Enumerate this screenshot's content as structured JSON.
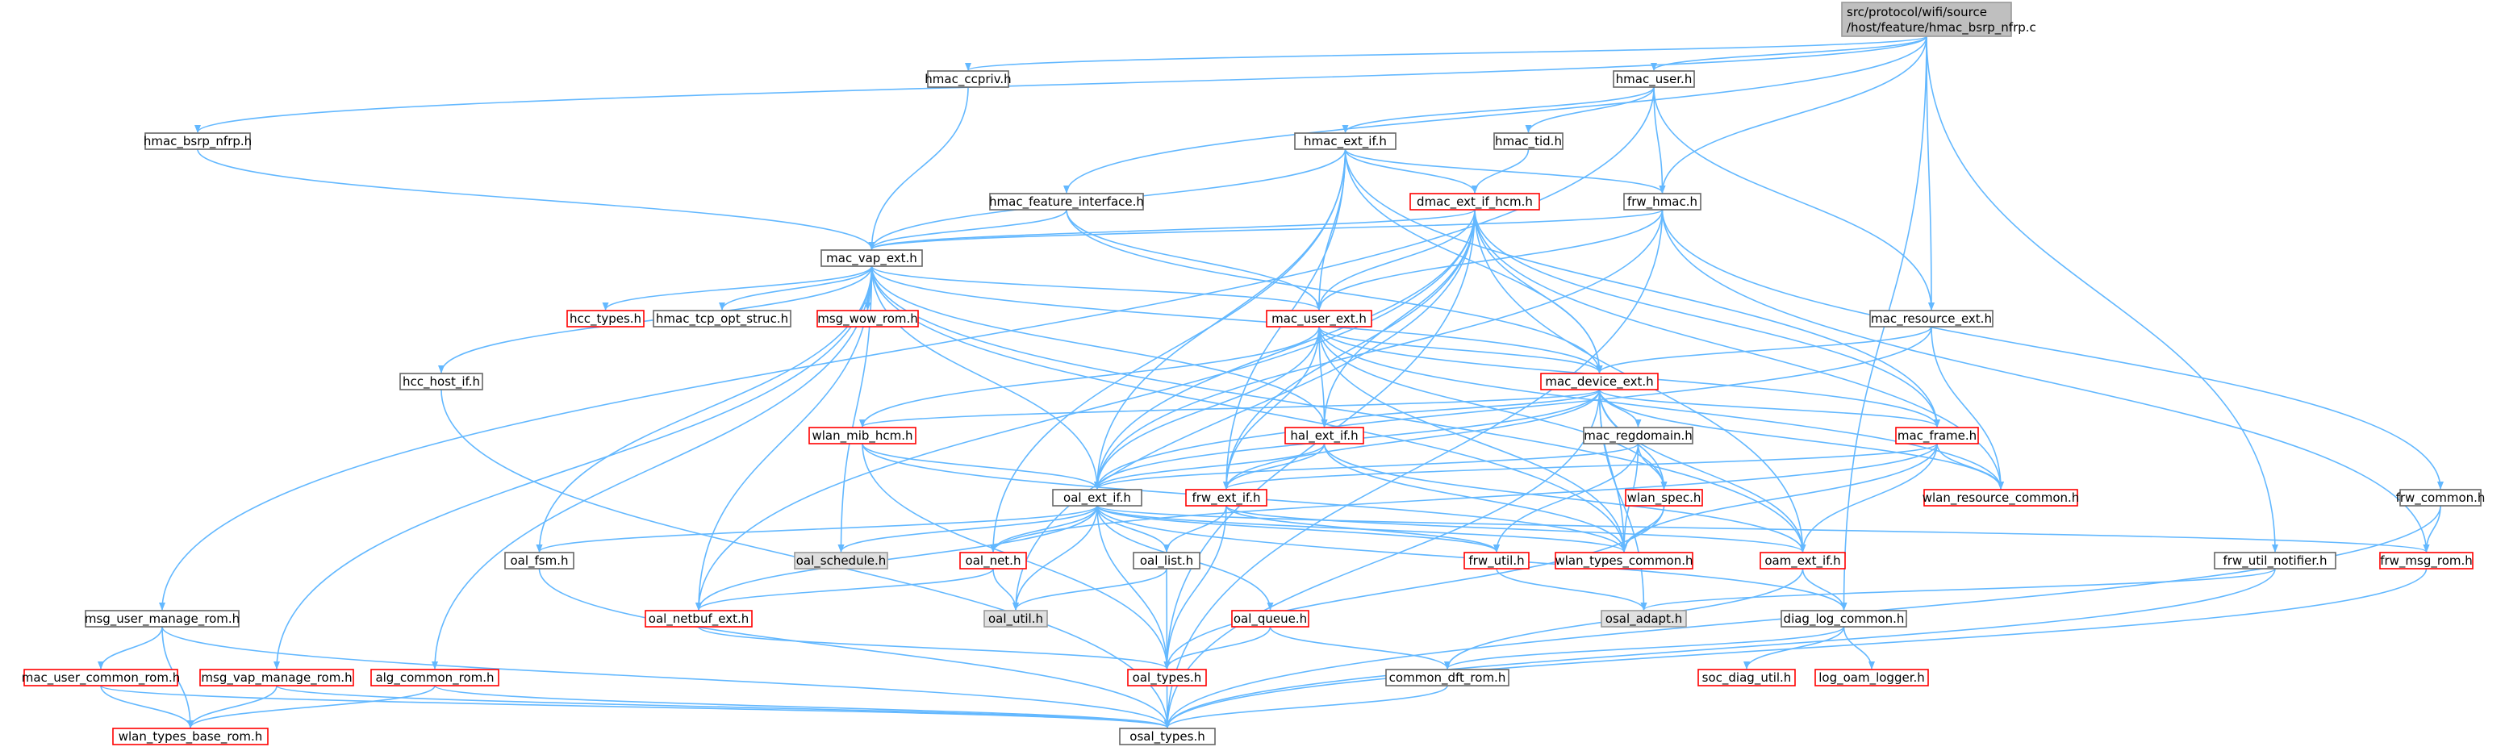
{
  "colors": {
    "edge": "#63b8ff",
    "box_normal_border": "#666666",
    "box_normal_fill": "#ffffff",
    "box_missing_border": "#ff0000",
    "box_missing_fill": "#ffffff",
    "box_external_border": "#999999",
    "box_external_fill": "#e0e0e0",
    "root_border": "#999999",
    "root_fill": "#bfbfbf",
    "text": "#000000"
  },
  "nodes": [
    {
      "id": "root",
      "label": "src/protocol/wifi/source\n/host/feature/hmac_bsrp_nfrp.c",
      "style": "root"
    },
    {
      "id": "hmac_ccpriv",
      "label": "hmac_ccpriv.h",
      "style": "normal"
    },
    {
      "id": "hmac_user",
      "label": "hmac_user.h",
      "style": "normal"
    },
    {
      "id": "hmac_bsrp_nfrp",
      "label": "hmac_bsrp_nfrp.h",
      "style": "normal"
    },
    {
      "id": "hmac_ext_if",
      "label": "hmac_ext_if.h",
      "style": "normal"
    },
    {
      "id": "hmac_tid",
      "label": "hmac_tid.h",
      "style": "normal"
    },
    {
      "id": "hmac_feature_interface",
      "label": "hmac_feature_interface.h",
      "style": "normal"
    },
    {
      "id": "dmac_ext_if_hcm",
      "label": "dmac_ext_if_hcm.h",
      "style": "missing"
    },
    {
      "id": "frw_hmac",
      "label": "frw_hmac.h",
      "style": "normal"
    },
    {
      "id": "mac_vap_ext",
      "label": "mac_vap_ext.h",
      "style": "normal"
    },
    {
      "id": "hcc_types",
      "label": "hcc_types.h",
      "style": "missing"
    },
    {
      "id": "hmac_tcp_opt_struc",
      "label": "hmac_tcp_opt_struc.h",
      "style": "normal"
    },
    {
      "id": "msg_wow_rom",
      "label": "msg_wow_rom.h",
      "style": "missing"
    },
    {
      "id": "mac_user_ext",
      "label": "mac_user_ext.h",
      "style": "missing"
    },
    {
      "id": "mac_resource_ext",
      "label": "mac_resource_ext.h",
      "style": "normal"
    },
    {
      "id": "hcc_host_if",
      "label": "hcc_host_if.h",
      "style": "normal"
    },
    {
      "id": "mac_device_ext",
      "label": "mac_device_ext.h",
      "style": "missing"
    },
    {
      "id": "wlan_mib_hcm",
      "label": "wlan_mib_hcm.h",
      "style": "missing"
    },
    {
      "id": "hal_ext_if",
      "label": "hal_ext_if.h",
      "style": "missing"
    },
    {
      "id": "mac_regdomain",
      "label": "mac_regdomain.h",
      "style": "normal"
    },
    {
      "id": "mac_frame",
      "label": "mac_frame.h",
      "style": "missing"
    },
    {
      "id": "oal_ext_if",
      "label": "oal_ext_if.h",
      "style": "normal"
    },
    {
      "id": "frw_ext_if",
      "label": "frw_ext_if.h",
      "style": "missing"
    },
    {
      "id": "wlan_spec",
      "label": "wlan_spec.h",
      "style": "missing"
    },
    {
      "id": "wlan_resource_common",
      "label": "wlan_resource_common.h",
      "style": "missing"
    },
    {
      "id": "frw_common",
      "label": "frw_common.h",
      "style": "normal"
    },
    {
      "id": "oal_fsm",
      "label": "oal_fsm.h",
      "style": "normal"
    },
    {
      "id": "oal_schedule",
      "label": "oal_schedule.h",
      "style": "external"
    },
    {
      "id": "oal_net",
      "label": "oal_net.h",
      "style": "missing"
    },
    {
      "id": "oal_list",
      "label": "oal_list.h",
      "style": "normal"
    },
    {
      "id": "frw_util",
      "label": "frw_util.h",
      "style": "missing"
    },
    {
      "id": "wlan_types_common",
      "label": "wlan_types_common.h",
      "style": "missing"
    },
    {
      "id": "oam_ext_if",
      "label": "oam_ext_if.h",
      "style": "missing"
    },
    {
      "id": "frw_util_notifier",
      "label": "frw_util_notifier.h",
      "style": "normal"
    },
    {
      "id": "frw_msg_rom",
      "label": "frw_msg_rom.h",
      "style": "missing"
    },
    {
      "id": "msg_user_manage_rom",
      "label": "msg_user_manage_rom.h",
      "style": "normal"
    },
    {
      "id": "oal_netbuf_ext",
      "label": "oal_netbuf_ext.h",
      "style": "missing"
    },
    {
      "id": "oal_util",
      "label": "oal_util.h",
      "style": "external"
    },
    {
      "id": "oal_queue",
      "label": "oal_queue.h",
      "style": "missing"
    },
    {
      "id": "osal_adapt",
      "label": "osal_adapt.h",
      "style": "external"
    },
    {
      "id": "diag_log_common",
      "label": "diag_log_common.h",
      "style": "normal"
    },
    {
      "id": "mac_user_common_rom",
      "label": "mac_user_common_rom.h",
      "style": "missing"
    },
    {
      "id": "msg_vap_manage_rom",
      "label": "msg_vap_manage_rom.h",
      "style": "missing"
    },
    {
      "id": "alg_common_rom",
      "label": "alg_common_rom.h",
      "style": "missing"
    },
    {
      "id": "oal_types",
      "label": "oal_types.h",
      "style": "missing"
    },
    {
      "id": "common_dft_rom",
      "label": "common_dft_rom.h",
      "style": "normal"
    },
    {
      "id": "soc_diag_util",
      "label": "soc_diag_util.h",
      "style": "missing"
    },
    {
      "id": "log_oam_logger",
      "label": "log_oam_logger.h",
      "style": "missing"
    },
    {
      "id": "wlan_types_base_rom",
      "label": "wlan_types_base_rom.h",
      "style": "missing"
    },
    {
      "id": "osal_types",
      "label": "osal_types.h",
      "style": "normal"
    }
  ],
  "edges": [
    [
      "root",
      "hmac_ccpriv"
    ],
    [
      "root",
      "hmac_user"
    ],
    [
      "root",
      "hmac_bsrp_nfrp"
    ],
    [
      "root",
      "frw_hmac"
    ],
    [
      "root",
      "mac_resource_ext"
    ],
    [
      "root",
      "frw_util_notifier"
    ],
    [
      "root",
      "diag_log_common"
    ],
    [
      "root",
      "hmac_feature_interface"
    ],
    [
      "hmac_ccpriv",
      "mac_vap_ext"
    ],
    [
      "hmac_bsrp_nfrp",
      "mac_vap_ext"
    ],
    [
      "hmac_user",
      "hmac_ext_if"
    ],
    [
      "hmac_user",
      "hmac_tid"
    ],
    [
      "hmac_user",
      "frw_hmac"
    ],
    [
      "hmac_user",
      "mac_resource_ext"
    ],
    [
      "hmac_user",
      "msg_user_manage_rom"
    ],
    [
      "hmac_ext_if",
      "mac_vap_ext"
    ],
    [
      "hmac_ext_if",
      "dmac_ext_if_hcm"
    ],
    [
      "hmac_ext_if",
      "frw_hmac"
    ],
    [
      "hmac_ext_if",
      "mac_user_ext"
    ],
    [
      "hmac_ext_if",
      "mac_device_ext"
    ],
    [
      "hmac_ext_if",
      "mac_frame"
    ],
    [
      "hmac_ext_if",
      "oal_ext_if"
    ],
    [
      "hmac_ext_if",
      "frw_ext_if"
    ],
    [
      "hmac_ext_if",
      "oal_net"
    ],
    [
      "hmac_tid",
      "dmac_ext_if_hcm"
    ],
    [
      "hmac_feature_interface",
      "mac_vap_ext"
    ],
    [
      "hmac_feature_interface",
      "mac_user_ext"
    ],
    [
      "hmac_feature_interface",
      "mac_device_ext"
    ],
    [
      "dmac_ext_if_hcm",
      "mac_vap_ext"
    ],
    [
      "dmac_ext_if_hcm",
      "mac_user_ext"
    ],
    [
      "dmac_ext_if_hcm",
      "mac_device_ext"
    ],
    [
      "dmac_ext_if_hcm",
      "mac_frame"
    ],
    [
      "dmac_ext_if_hcm",
      "oal_ext_if"
    ],
    [
      "dmac_ext_if_hcm",
      "frw_ext_if"
    ],
    [
      "dmac_ext_if_hcm",
      "oal_netbuf_ext"
    ],
    [
      "dmac_ext_if_hcm",
      "oal_types"
    ],
    [
      "dmac_ext_if_hcm",
      "oam_ext_if"
    ],
    [
      "dmac_ext_if_hcm",
      "hal_ext_if"
    ],
    [
      "dmac_ext_if_hcm",
      "wlan_resource_common"
    ],
    [
      "dmac_ext_if_hcm",
      "oal_util"
    ],
    [
      "frw_hmac",
      "mac_vap_ext"
    ],
    [
      "frw_hmac",
      "mac_user_ext"
    ],
    [
      "frw_hmac",
      "frw_common"
    ],
    [
      "frw_hmac",
      "frw_msg_rom"
    ],
    [
      "frw_hmac",
      "osal_types"
    ],
    [
      "frw_hmac",
      "oal_ext_if"
    ],
    [
      "mac_vap_ext",
      "hcc_types"
    ],
    [
      "mac_vap_ext",
      "hmac_tcp_opt_struc"
    ],
    [
      "mac_vap_ext",
      "msg_wow_rom"
    ],
    [
      "mac_vap_ext",
      "mac_user_ext"
    ],
    [
      "mac_vap_ext",
      "mac_device_ext"
    ],
    [
      "mac_vap_ext",
      "hcc_host_if"
    ],
    [
      "mac_vap_ext",
      "oal_fsm"
    ],
    [
      "mac_vap_ext",
      "oal_schedule"
    ],
    [
      "mac_vap_ext",
      "oal_netbuf_ext"
    ],
    [
      "mac_vap_ext",
      "msg_vap_manage_rom"
    ],
    [
      "mac_vap_ext",
      "alg_common_rom"
    ],
    [
      "mac_vap_ext",
      "hal_ext_if"
    ],
    [
      "mac_vap_ext",
      "oal_ext_if"
    ],
    [
      "mac_vap_ext",
      "oam_ext_if"
    ],
    [
      "mac_vap_ext",
      "wlan_types_common"
    ],
    [
      "mac_user_ext",
      "mac_device_ext"
    ],
    [
      "mac_user_ext",
      "wlan_mib_hcm"
    ],
    [
      "mac_user_ext",
      "hal_ext_if"
    ],
    [
      "mac_user_ext",
      "mac_frame"
    ],
    [
      "mac_user_ext",
      "oal_ext_if"
    ],
    [
      "mac_user_ext",
      "frw_ext_if"
    ],
    [
      "mac_user_ext",
      "wlan_spec"
    ],
    [
      "mac_user_ext",
      "wlan_resource_common"
    ],
    [
      "mac_user_ext",
      "wlan_types_common"
    ],
    [
      "mac_resource_ext",
      "mac_device_ext"
    ],
    [
      "mac_resource_ext",
      "wlan_resource_common"
    ],
    [
      "mac_resource_ext",
      "oal_ext_if"
    ],
    [
      "mac_device_ext",
      "wlan_mib_hcm"
    ],
    [
      "mac_device_ext",
      "hal_ext_if"
    ],
    [
      "mac_device_ext",
      "mac_regdomain"
    ],
    [
      "mac_device_ext",
      "mac_frame"
    ],
    [
      "mac_device_ext",
      "wlan_resource_common"
    ],
    [
      "mac_device_ext",
      "oal_ext_if"
    ],
    [
      "mac_device_ext",
      "frw_ext_if"
    ],
    [
      "mac_device_ext",
      "wlan_spec"
    ],
    [
      "mac_device_ext",
      "wlan_types_common"
    ],
    [
      "mac_device_ext",
      "oam_ext_if"
    ],
    [
      "mac_device_ext",
      "osal_adapt"
    ],
    [
      "mac_device_ext",
      "osal_types"
    ],
    [
      "hcc_host_if",
      "osal_types"
    ],
    [
      "wlan_mib_hcm",
      "oal_ext_if"
    ],
    [
      "wlan_mib_hcm",
      "wlan_types_common"
    ],
    [
      "wlan_mib_hcm",
      "oal_types"
    ],
    [
      "hal_ext_if",
      "oal_ext_if"
    ],
    [
      "hal_ext_if",
      "frw_ext_if"
    ],
    [
      "hal_ext_if",
      "oam_ext_if"
    ],
    [
      "hal_ext_if",
      "wlan_types_common"
    ],
    [
      "mac_regdomain",
      "wlan_spec"
    ],
    [
      "mac_regdomain",
      "wlan_types_common"
    ],
    [
      "mac_regdomain",
      "frw_util"
    ],
    [
      "mac_regdomain",
      "oal_ext_if"
    ],
    [
      "mac_frame",
      "wlan_resource_common"
    ],
    [
      "mac_frame",
      "wlan_types_common"
    ],
    [
      "mac_frame",
      "oam_ext_if"
    ],
    [
      "mac_frame",
      "oal_net"
    ],
    [
      "mac_frame",
      "frw_ext_if"
    ],
    [
      "oal_ext_if",
      "oal_fsm"
    ],
    [
      "oal_ext_if",
      "oal_schedule"
    ],
    [
      "oal_ext_if",
      "oal_net"
    ],
    [
      "oal_ext_if",
      "oal_list"
    ],
    [
      "oal_ext_if",
      "frw_util"
    ],
    [
      "oal_ext_if",
      "wlan_types_common"
    ],
    [
      "oal_ext_if",
      "oal_netbuf_ext"
    ],
    [
      "oal_ext_if",
      "oal_util"
    ],
    [
      "oal_ext_if",
      "oal_queue"
    ],
    [
      "oal_ext_if",
      "oal_types"
    ],
    [
      "oal_ext_if",
      "diag_log_common"
    ],
    [
      "oal_ext_if",
      "frw_msg_rom"
    ],
    [
      "frw_ext_if",
      "oal_list"
    ],
    [
      "frw_ext_if",
      "frw_util"
    ],
    [
      "frw_ext_if",
      "oal_types"
    ],
    [
      "frw_ext_if",
      "oam_ext_if"
    ],
    [
      "wlan_spec",
      "wlan_types_common"
    ],
    [
      "wlan_spec",
      "oal_types"
    ],
    [
      "frw_common",
      "frw_msg_rom"
    ],
    [
      "frw_common",
      "osal_types"
    ],
    [
      "oal_fsm",
      "osal_types"
    ],
    [
      "oal_net",
      "oal_util"
    ],
    [
      "oal_net",
      "oal_netbuf_ext"
    ],
    [
      "oal_list",
      "oal_util"
    ],
    [
      "oal_list",
      "oal_types"
    ],
    [
      "frw_util",
      "osal_adapt"
    ],
    [
      "oam_ext_if",
      "diag_log_common"
    ],
    [
      "oam_ext_if",
      "common_dft_rom"
    ],
    [
      "frw_util_notifier",
      "osal_adapt"
    ],
    [
      "frw_util_notifier",
      "osal_types"
    ],
    [
      "frw_msg_rom",
      "osal_types"
    ],
    [
      "msg_user_manage_rom",
      "mac_user_common_rom"
    ],
    [
      "msg_user_manage_rom",
      "wlan_types_base_rom"
    ],
    [
      "msg_user_manage_rom",
      "osal_types"
    ],
    [
      "oal_netbuf_ext",
      "oal_types"
    ],
    [
      "oal_queue",
      "oal_types"
    ],
    [
      "oal_queue",
      "common_dft_rom"
    ],
    [
      "diag_log_common",
      "soc_diag_util"
    ],
    [
      "diag_log_common",
      "log_oam_logger"
    ],
    [
      "diag_log_common",
      "common_dft_rom"
    ],
    [
      "mac_user_common_rom",
      "wlan_types_base_rom"
    ],
    [
      "mac_user_common_rom",
      "osal_types"
    ],
    [
      "msg_vap_manage_rom",
      "wlan_types_base_rom"
    ],
    [
      "msg_vap_manage_rom",
      "osal_types"
    ],
    [
      "alg_common_rom",
      "wlan_types_base_rom"
    ],
    [
      "alg_common_rom",
      "osal_types"
    ],
    [
      "oal_types",
      "osal_types"
    ],
    [
      "common_dft_rom",
      "osal_types"
    ]
  ]
}
